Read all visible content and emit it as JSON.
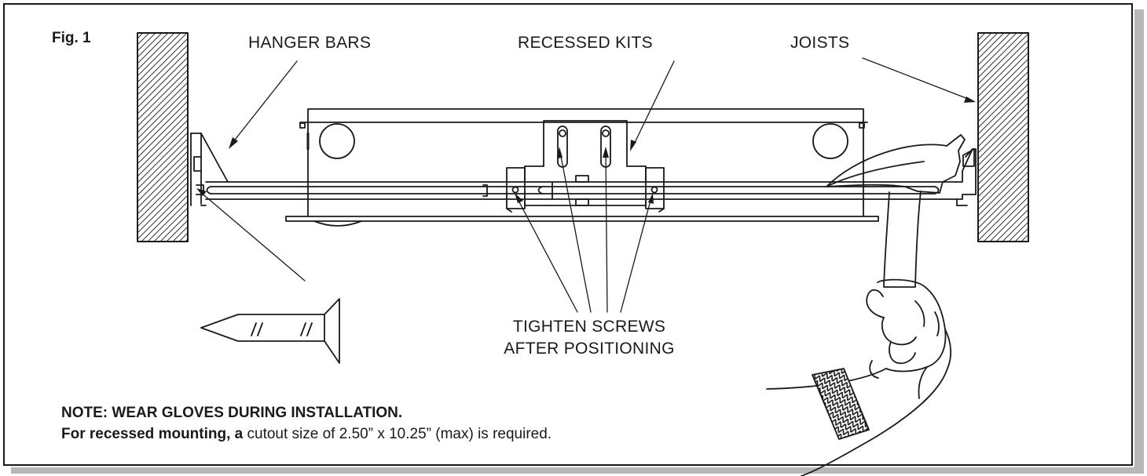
{
  "figure": {
    "label": "Fig. 1"
  },
  "callouts": {
    "hanger_bars": "HANGER BARS",
    "recessed_kits": "RECESSED KITS",
    "joists": "JOISTS",
    "tighten_line1": "TIGHTEN SCREWS",
    "tighten_line2": "AFTER POSITIONING"
  },
  "note": {
    "warning": "NOTE: WEAR GLOVES DURING INSTALLATION.",
    "mounting_bold_1": "For recessed mounting,",
    "mounting_bold_2": "a",
    "mounting_text": "cutout size of 2.50” x 10.25” (max) is required."
  },
  "colors": {
    "ink": "#1a1a1a",
    "shadow": "#b8b8b8",
    "background": "#ffffff"
  },
  "icons": [
    "joist-block",
    "hanger-bar",
    "recessed-housing",
    "nail",
    "hammer",
    "hand"
  ]
}
